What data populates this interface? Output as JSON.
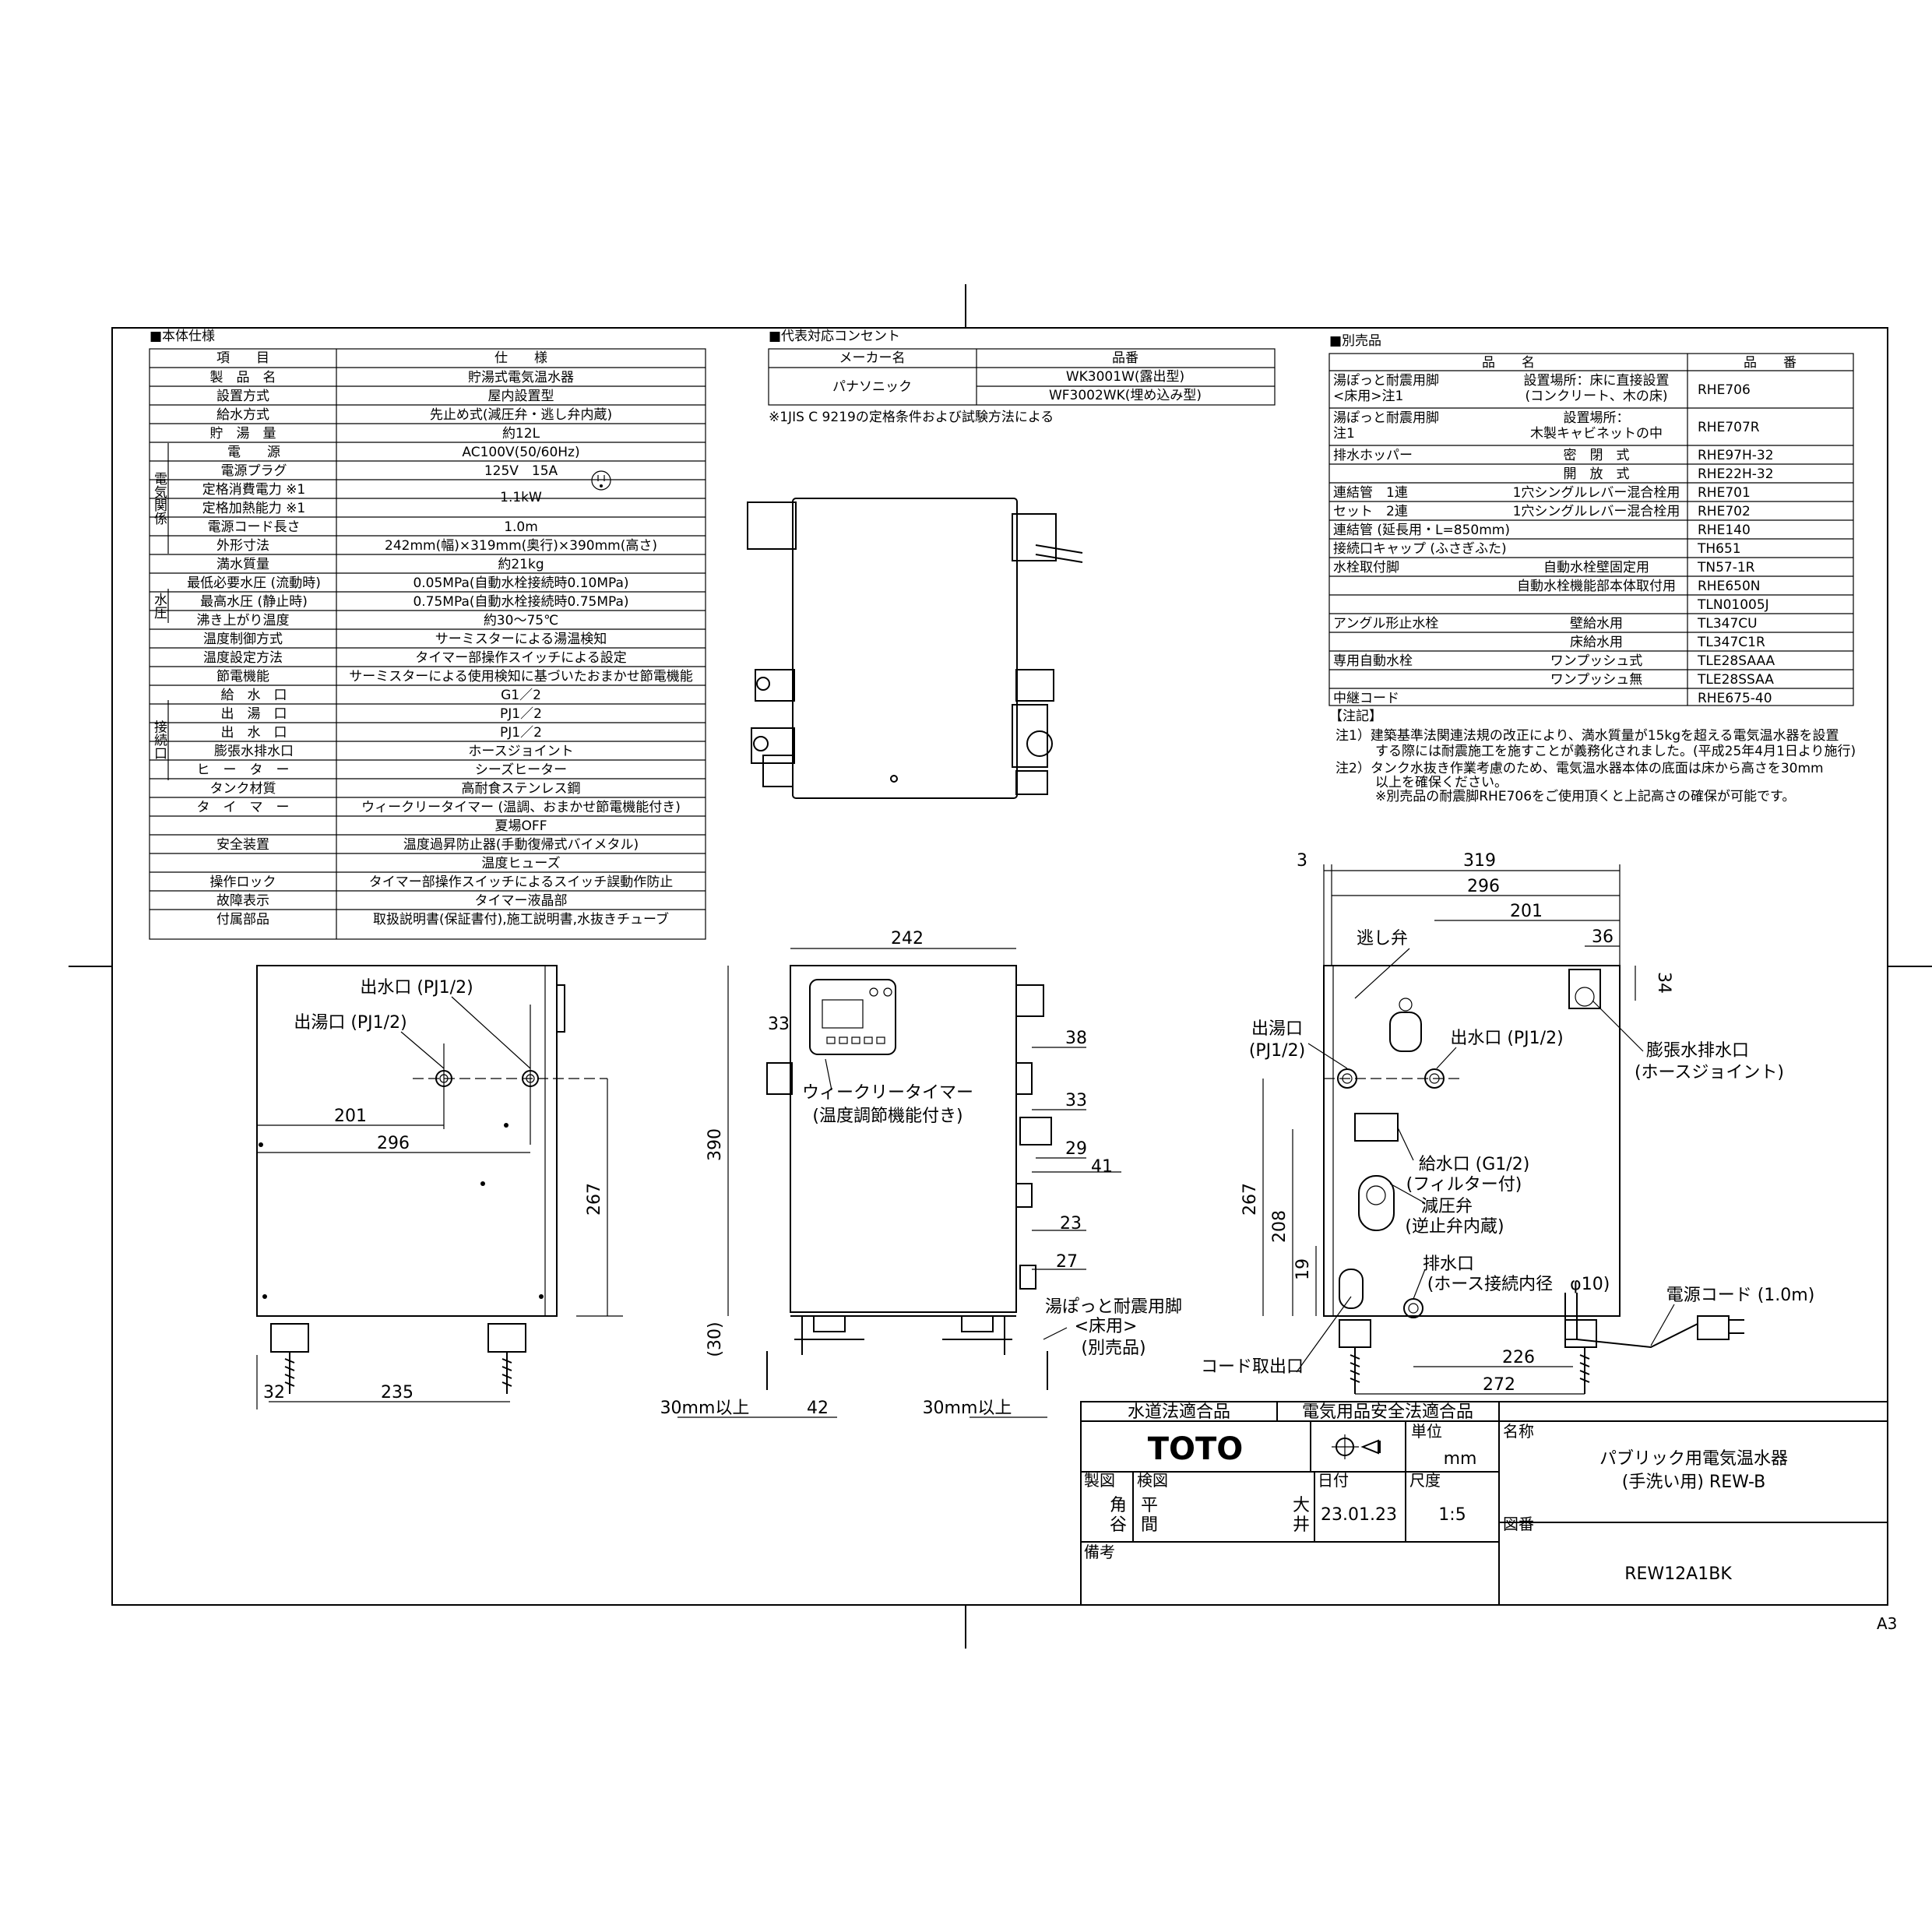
{
  "spec_table": {
    "heading": "■本体仕様",
    "col_item": "項　　目",
    "col_spec": "仕　　様",
    "group_denki": "電気関係",
    "group_suiatsu": "水圧",
    "group_setsuzoku": "接続口",
    "rows": [
      {
        "item": "製　品　名",
        "spec": "貯湯式電気温水器"
      },
      {
        "item": "設置方式",
        "spec": "屋内設置型"
      },
      {
        "item": "給水方式",
        "spec": "先止め式(減圧弁・逃し弁内蔵)"
      },
      {
        "item": "貯　湯　量",
        "spec": "約12L"
      },
      {
        "item": "電　　源",
        "spec": "AC100V(50/60Hz)"
      },
      {
        "item": "電源プラグ",
        "spec": "125V　15A"
      },
      {
        "item": "定格消費電力 ※1",
        "spec": "1.1kW"
      },
      {
        "item": "定格加熱能力 ※1",
        "spec": ""
      },
      {
        "item": "電源コード長さ",
        "spec": "1.0m"
      },
      {
        "item": "外形寸法",
        "spec": "242mm(幅)×319mm(奥行)×390mm(高さ)"
      },
      {
        "item": "満水質量",
        "spec": "約21kg"
      },
      {
        "item": "最低必要水圧 (流動時)",
        "spec": "0.05MPa(自動水栓接続時0.10MPa)"
      },
      {
        "item": "最高水圧 (静止時)",
        "spec": "0.75MPa(自動水栓接続時0.75MPa)"
      },
      {
        "item": "沸き上がり温度",
        "spec": "約30〜75℃"
      },
      {
        "item": "温度制御方式",
        "spec": "サーミスターによる湯温検知"
      },
      {
        "item": "温度設定方法",
        "spec": "タイマー部操作スイッチによる設定"
      },
      {
        "item": "節電機能",
        "spec": "サーミスターによる使用検知に基づいたおまかせ節電機能"
      },
      {
        "item": "給　水　口",
        "spec": "G1／2"
      },
      {
        "item": "出　湯　口",
        "spec": "PJ1／2"
      },
      {
        "item": "出　水　口",
        "spec": "PJ1／2"
      },
      {
        "item": "膨張水排水口",
        "spec": "ホースジョイント"
      },
      {
        "item": "ヒ　ー　タ　ー",
        "spec": "シーズヒーター"
      },
      {
        "item": "タンク材質",
        "spec": "高耐食ステンレス鋼"
      },
      {
        "item": "タ　イ　マ　ー",
        "spec": "ウィークリータイマー (温調、おまかせ節電機能付き)"
      },
      {
        "item": "",
        "spec": "夏場OFF"
      },
      {
        "item": "安全装置",
        "spec": "温度過昇防止器(手動復帰式バイメタル)"
      },
      {
        "item": "",
        "spec": "温度ヒューズ"
      },
      {
        "item": "操作ロック",
        "spec": "タイマー部操作スイッチによるスイッチ誤動作防止"
      },
      {
        "item": "故障表示",
        "spec": "タイマー液晶部"
      },
      {
        "item": "付属部品",
        "spec": "取扱説明書(保証書付),施工説明書,水抜きチューブ"
      }
    ]
  },
  "outlet_table": {
    "heading": "■代表対応コンセント",
    "col_maker": "メーカー名",
    "col_part": "品番",
    "maker": "パナソニック",
    "parts": [
      "WK3001W(露出型)",
      "WF3002WK(埋め込み型)"
    ],
    "note": "※1JIS C 9219の定格条件および試験方法による"
  },
  "accessory_table": {
    "heading": "■別売品",
    "col_name": "品　　名",
    "col_part": "品　　番",
    "rows": [
      {
        "a": "湯ぽっと耐震用脚\n<床用>注1",
        "b": "設置場所：床に直接設置\n(コンクリート、木の床)",
        "c": "RHE706"
      },
      {
        "a": "湯ぽっと耐震用脚\n注1",
        "b": "設置場所：\n木製キャビネットの中",
        "c": "RHE707R"
      },
      {
        "a": "排水ホッパー",
        "b": "密　閉　式",
        "c": "RHE97H-32"
      },
      {
        "a": "",
        "b": "開　放　式",
        "c": "RHE22H-32"
      },
      {
        "a": "連結管　1連",
        "b": "1穴シングルレバー混合栓用",
        "c": "RHE701"
      },
      {
        "a": "セット　2連",
        "b": "1穴シングルレバー混合栓用",
        "c": "RHE702"
      },
      {
        "a": "連結管 (延長用・L=850mm)",
        "b": "",
        "c": "RHE140"
      },
      {
        "a": "接続口キャップ (ふさぎふた)",
        "b": "",
        "c": "TH651"
      },
      {
        "a": "水栓取付脚",
        "b": "自動水栓壁固定用",
        "c": "TN57-1R"
      },
      {
        "a": "",
        "b": "自動水栓機能部本体取付用",
        "c": "RHE650N"
      },
      {
        "a": "",
        "b": "",
        "c": "TLN01005J"
      },
      {
        "a": "アングル形止水栓",
        "b": "壁給水用",
        "c": "TL347CU"
      },
      {
        "a": "",
        "b": "床給水用",
        "c": "TL347C1R"
      },
      {
        "a": "専用自動水栓",
        "b": "ワンプッシュ式",
        "c": "TLE28SAAA"
      },
      {
        "a": "",
        "b": "ワンプッシュ無",
        "c": "TLE28SSAA"
      },
      {
        "a": "中継コード",
        "b": "",
        "c": "RHE675-40"
      }
    ]
  },
  "notes": {
    "heading": "【注記】",
    "lines": [
      "注1）建築基準法関連法規の改正により、満水質量が15kgを超える電気温水器を設置",
      "　　　する際には耐震施工を施すことが義務化されました。(平成25年4月1日より施行)",
      "注2）タンク水抜き作業考慮のため、電気温水器本体の底面は床から高さを30mm",
      "　　　以上を確保ください。",
      "　　　※別売品の耐震脚RHE706をご使用頂くと上記高さの確保が可能です。"
    ]
  },
  "dims": {
    "d3": "3",
    "d319": "319",
    "d296": "296",
    "d201": "201",
    "d36": "36",
    "d34": "34",
    "d242": "242",
    "d33": "33",
    "d38": "38",
    "d29": "29",
    "d41": "41",
    "d23": "23",
    "d27": "27",
    "d390": "390",
    "d30": "(30)",
    "d42": "42",
    "d267": "267",
    "d235": "235",
    "d32": "32",
    "d208": "208",
    "d19": "19",
    "d226": "226",
    "d272": "272",
    "d30up": "30mm以上"
  },
  "labels": {
    "outlet_water": "出水口 (PJ1/2)",
    "outlet_hot": "出湯口 (PJ1/2)",
    "outlet_hot_a": "出湯口",
    "outlet_hot_b": "(PJ1/2)",
    "timer_a": "ウィークリータイマー",
    "timer_b": "(温度調節機能付き)",
    "legs_a": "湯ぽっと耐震用脚",
    "legs_b": "<床用>",
    "legs_c": "(別売品)",
    "relief": "逃し弁",
    "expansion_a": "膨張水排水口",
    "expansion_b": "(ホースジョイント)",
    "supply_a": "給水口 (G1/2)",
    "supply_b": "(フィルター付)",
    "reducer_a": "減圧弁",
    "reducer_b": "(逆止弁内蔵)",
    "drain_a": "排水口",
    "drain_b": "(ホース接続内径　φ10)",
    "cord": "電源コード (1.0m)",
    "cord_exit": "コード取出口"
  },
  "title_block": {
    "cert1": "水道法適合品",
    "cert2": "電気用品安全法適合品",
    "brand": "TOTO",
    "unit_label": "単位",
    "unit": "mm",
    "name_label": "名称",
    "name_line1": "パブリック用電気温水器",
    "name_line2": "(手洗い用) REW-B",
    "drawn_label": "製図",
    "checked_label": "検図",
    "date_label": "日付",
    "scale_label": "尺度",
    "drawn1": "角",
    "drawn2": "谷",
    "checked1": "平",
    "checked2": "間",
    "approved1": "大",
    "approved2": "井",
    "date": "23.01.23",
    "scale": "1:5",
    "dwg_label": "図番",
    "dwg_no": "REW12A1BK",
    "remarks_label": "備考",
    "sheet": "A3"
  }
}
